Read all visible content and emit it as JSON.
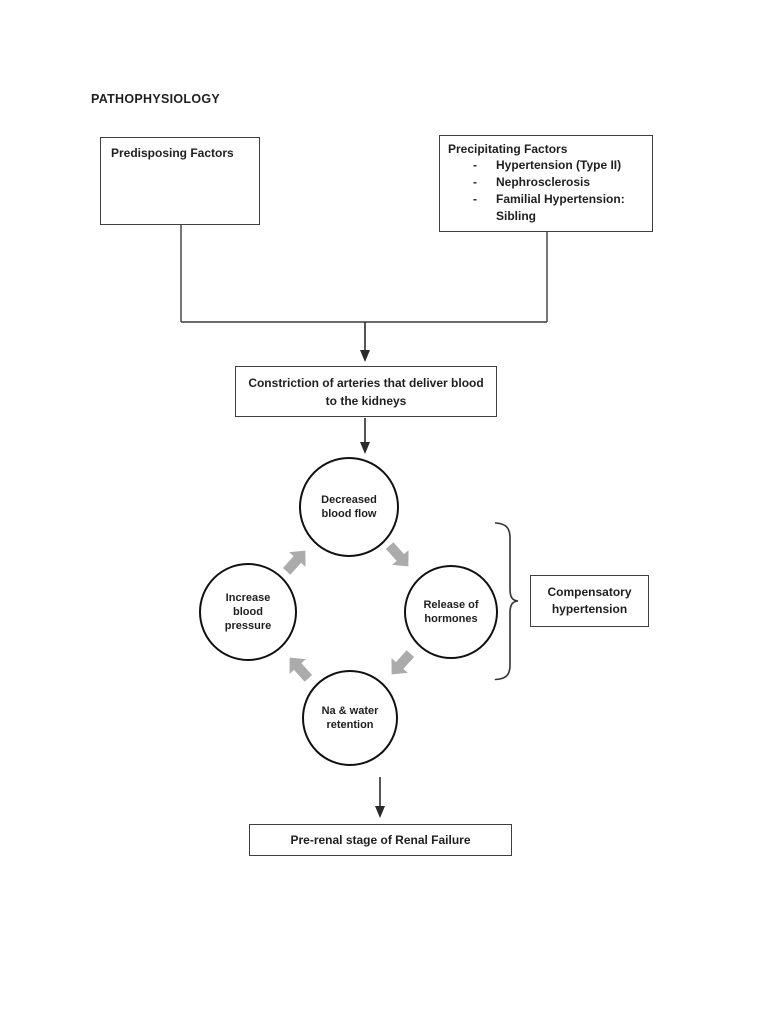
{
  "page": {
    "title": "PATHOPHYSIOLOGY"
  },
  "boxes": {
    "predisposing": {
      "label": "Predisposing Factors"
    },
    "precipitating": {
      "label": "Precipitating Factors",
      "bullet": "-",
      "items": [
        "Hypertension (Type II)",
        "Nephrosclerosis",
        "Familial Hypertension: Sibling"
      ]
    },
    "constriction": {
      "label": "Constriction of arteries that deliver blood to the kidneys",
      "lines": [
        "Constriction of arteries that deliver blood",
        "to the kidneys"
      ]
    },
    "compensatory": {
      "label": "Compensatory hypertension",
      "lines": [
        "Compensatory",
        "hypertension"
      ]
    },
    "prerenal": {
      "label": "Pre-renal stage of Renal Failure"
    }
  },
  "circles": {
    "decreased": {
      "label": "Decreased blood flow",
      "lines": [
        "Decreased",
        "blood flow"
      ]
    },
    "release": {
      "label": "Release of hormones",
      "lines": [
        "Release of",
        "hormones"
      ]
    },
    "retention": {
      "label": "Na & water retention",
      "lines": [
        "Na & water",
        "retention"
      ]
    },
    "increase": {
      "label": "Increase blood pressure",
      "lines": [
        "Increase",
        "blood",
        "pressure"
      ]
    }
  },
  "colors": {
    "background": "#ffffff",
    "text": "#1f1f1f",
    "box_border": "#3f3f3f",
    "circle_border": "#111111",
    "cycle_arrow_gray": "#ababab",
    "connector_line": "#3a3a3a"
  }
}
